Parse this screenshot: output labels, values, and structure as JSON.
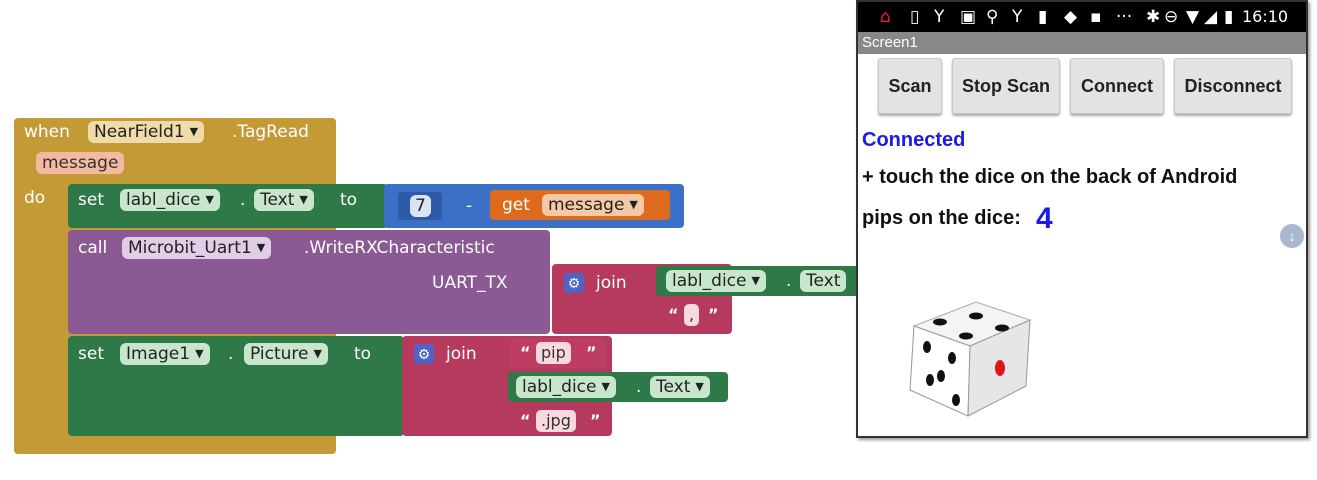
{
  "blocks": {
    "event": {
      "when": "when",
      "component": "NearField1",
      "event_name": ".TagRead",
      "param": "message",
      "do": "do"
    },
    "set1": {
      "set": "set",
      "component": "labl_dice",
      "property": "Text",
      "to": "to",
      "number": "7",
      "minus": "-",
      "get": "get",
      "var": "message"
    },
    "call": {
      "call": "call",
      "component": "Microbit_Uart1",
      "method": ".WriteRXCharacteristic",
      "arg_label": "UART_TX",
      "join": "join",
      "comp2": "labl_dice",
      "prop2": "Text",
      "str1": ","
    },
    "set2": {
      "set": "set",
      "component": "Image1",
      "property": "Picture",
      "to": "to",
      "join": "join",
      "str_pip": "pip",
      "comp3": "labl_dice",
      "prop3": "Text",
      "str_jpg": ".jpg"
    }
  },
  "phone": {
    "time": "16:10",
    "screen_title": "Screen1",
    "buttons": [
      "Scan",
      "Stop Scan",
      "Connect",
      "Disconnect"
    ],
    "status": "Connected",
    "instruction": "+ touch the dice on the back of Android",
    "pips_label": "pips on the dice:",
    "pips_value": "4"
  },
  "colors": {
    "event": "#c49a36",
    "set": "#2f7848",
    "call": "#8b5a94",
    "text": "#b53a5d",
    "math": "#3c6fc6",
    "variable": "#de6a1e",
    "link": "#1a1aee"
  }
}
